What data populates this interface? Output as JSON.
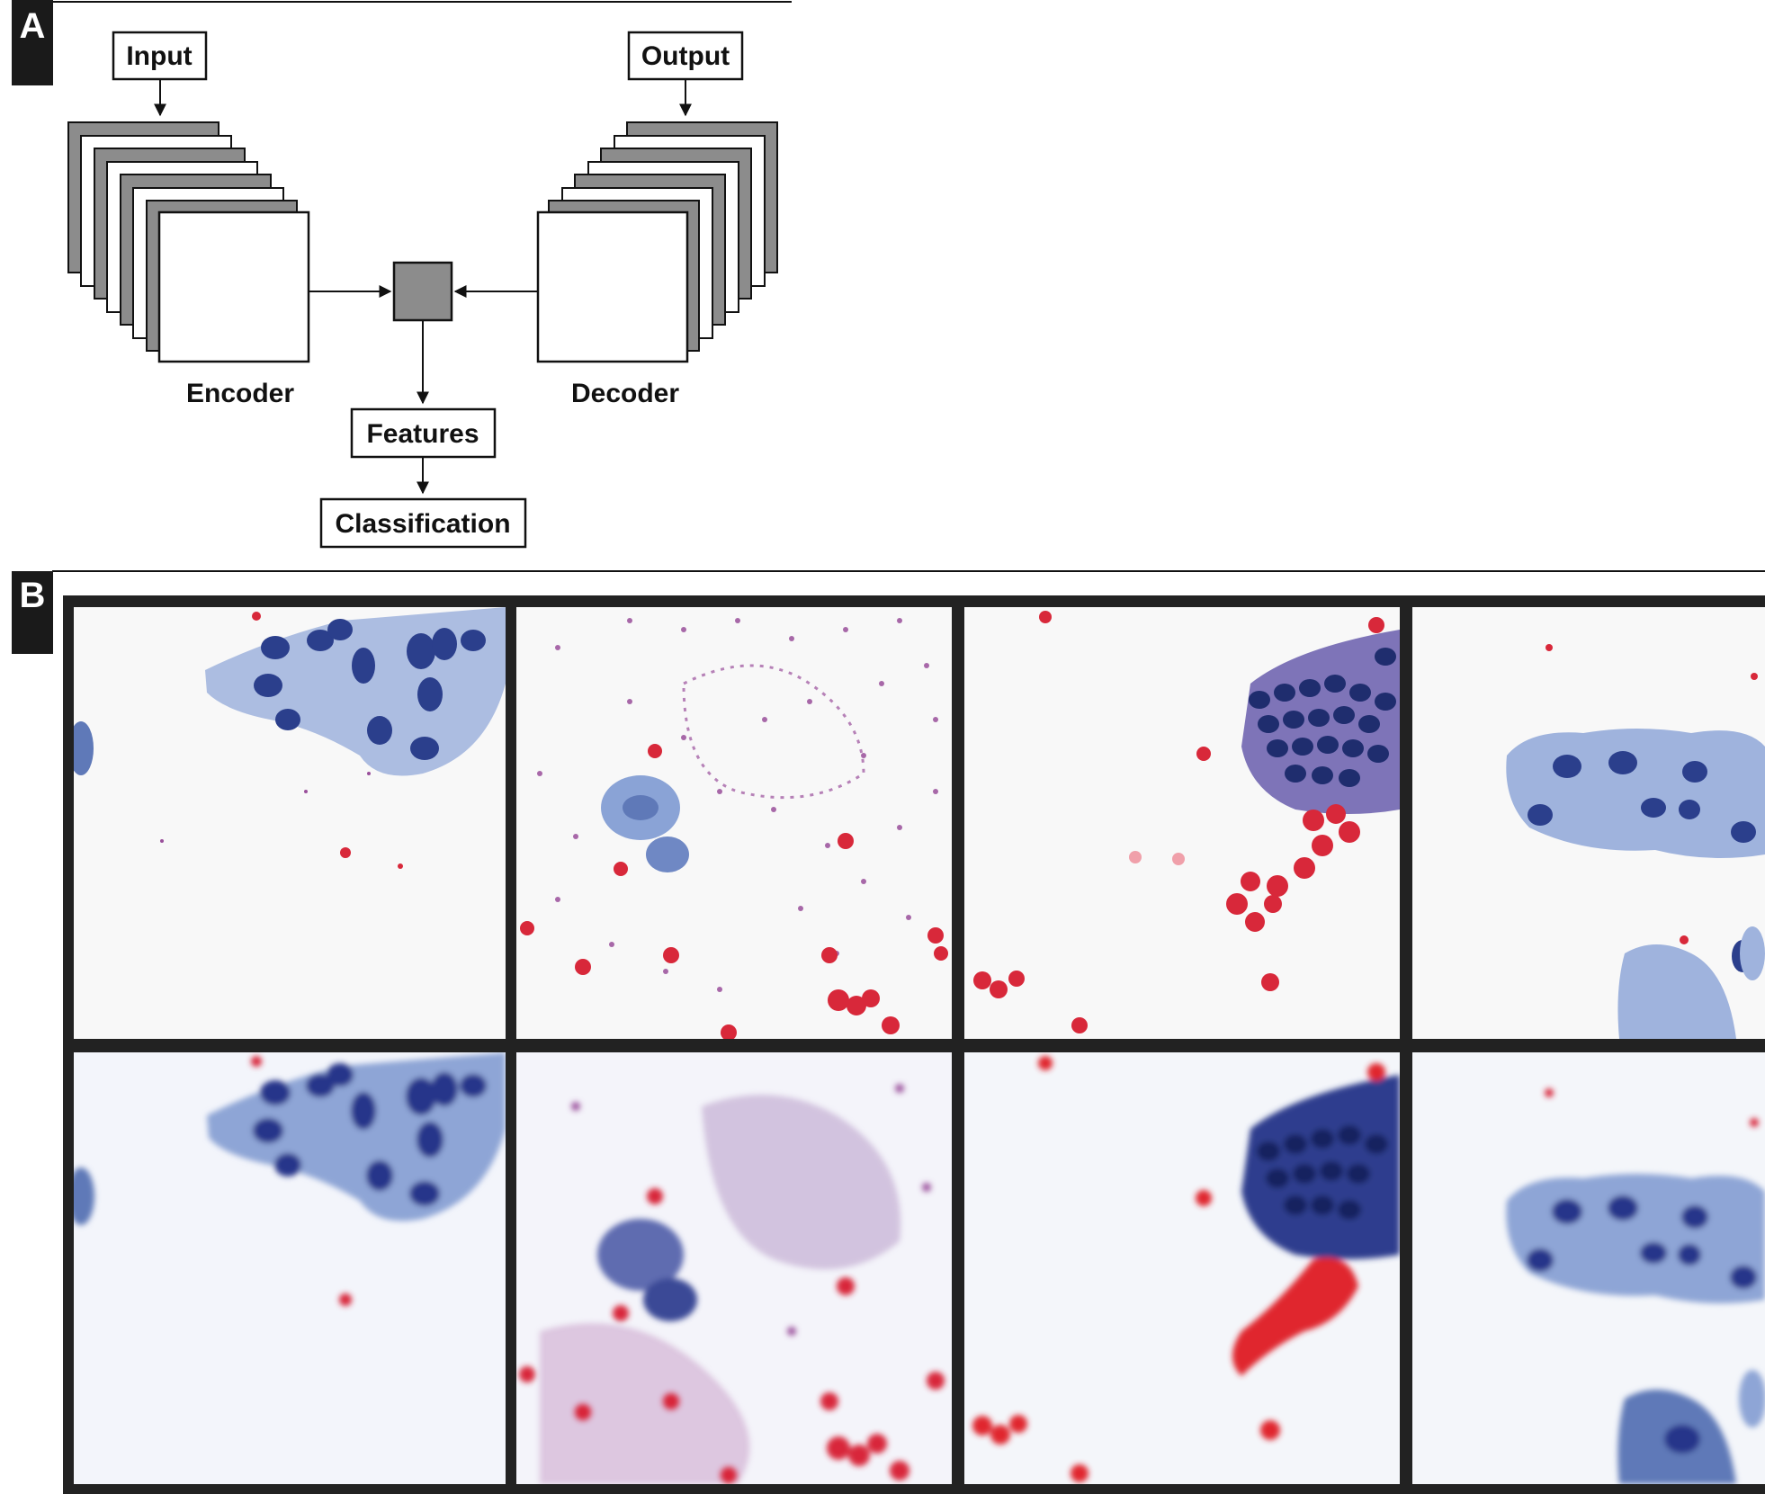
{
  "panel_a": {
    "letter": "A",
    "input_label": "Input",
    "output_label": "Output",
    "encoder_label": "Encoder",
    "decoder_label": "Decoder",
    "features_label": "Features",
    "classification_label": "Classification"
  },
  "panel_b": {
    "letter": "B",
    "rows": [
      {
        "name": "original-images",
        "tiles": [
          "cell-cluster-image",
          "bacteria-background-image",
          "dense-cluster-image",
          "cell-sheet-image"
        ]
      },
      {
        "name": "reconstructed-images",
        "tiles": [
          "cell-cluster-image",
          "bacteria-background-image",
          "dense-cluster-image",
          "cell-sheet-image"
        ]
      }
    ]
  },
  "colors": {
    "layer_gray": "#8c8c8c",
    "label_tab": "#1a1a1a",
    "grid_frame": "#222222",
    "stain_blue": "#5f79b8",
    "nucleus_dark": "#2b3f8c",
    "stain_red": "#d8283a",
    "stain_purple": "#9a4f9b"
  }
}
